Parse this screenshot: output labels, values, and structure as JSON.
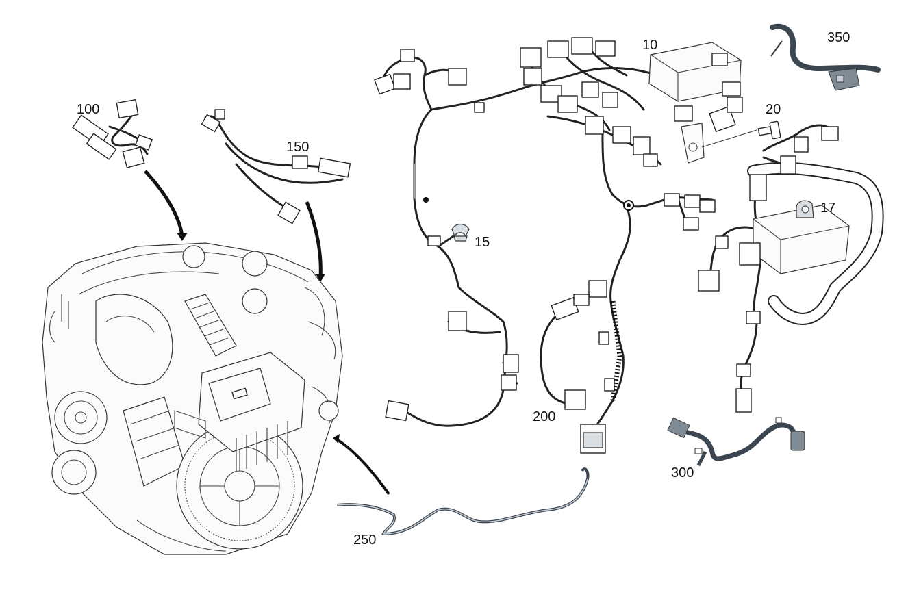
{
  "labels": {
    "harness_main": "10",
    "bolt": "20",
    "clip_15": "15",
    "clip_17": "17",
    "harness_100": "100",
    "harness_150": "150",
    "harness_200": "200",
    "cable_250": "250",
    "cable_300": "300",
    "cable_350": "350"
  },
  "colors": {
    "line": "#222222",
    "ground_cable": "#3b4650",
    "ground_cable_light": "#7f8c96",
    "accent_grey": "#c5ced6"
  }
}
